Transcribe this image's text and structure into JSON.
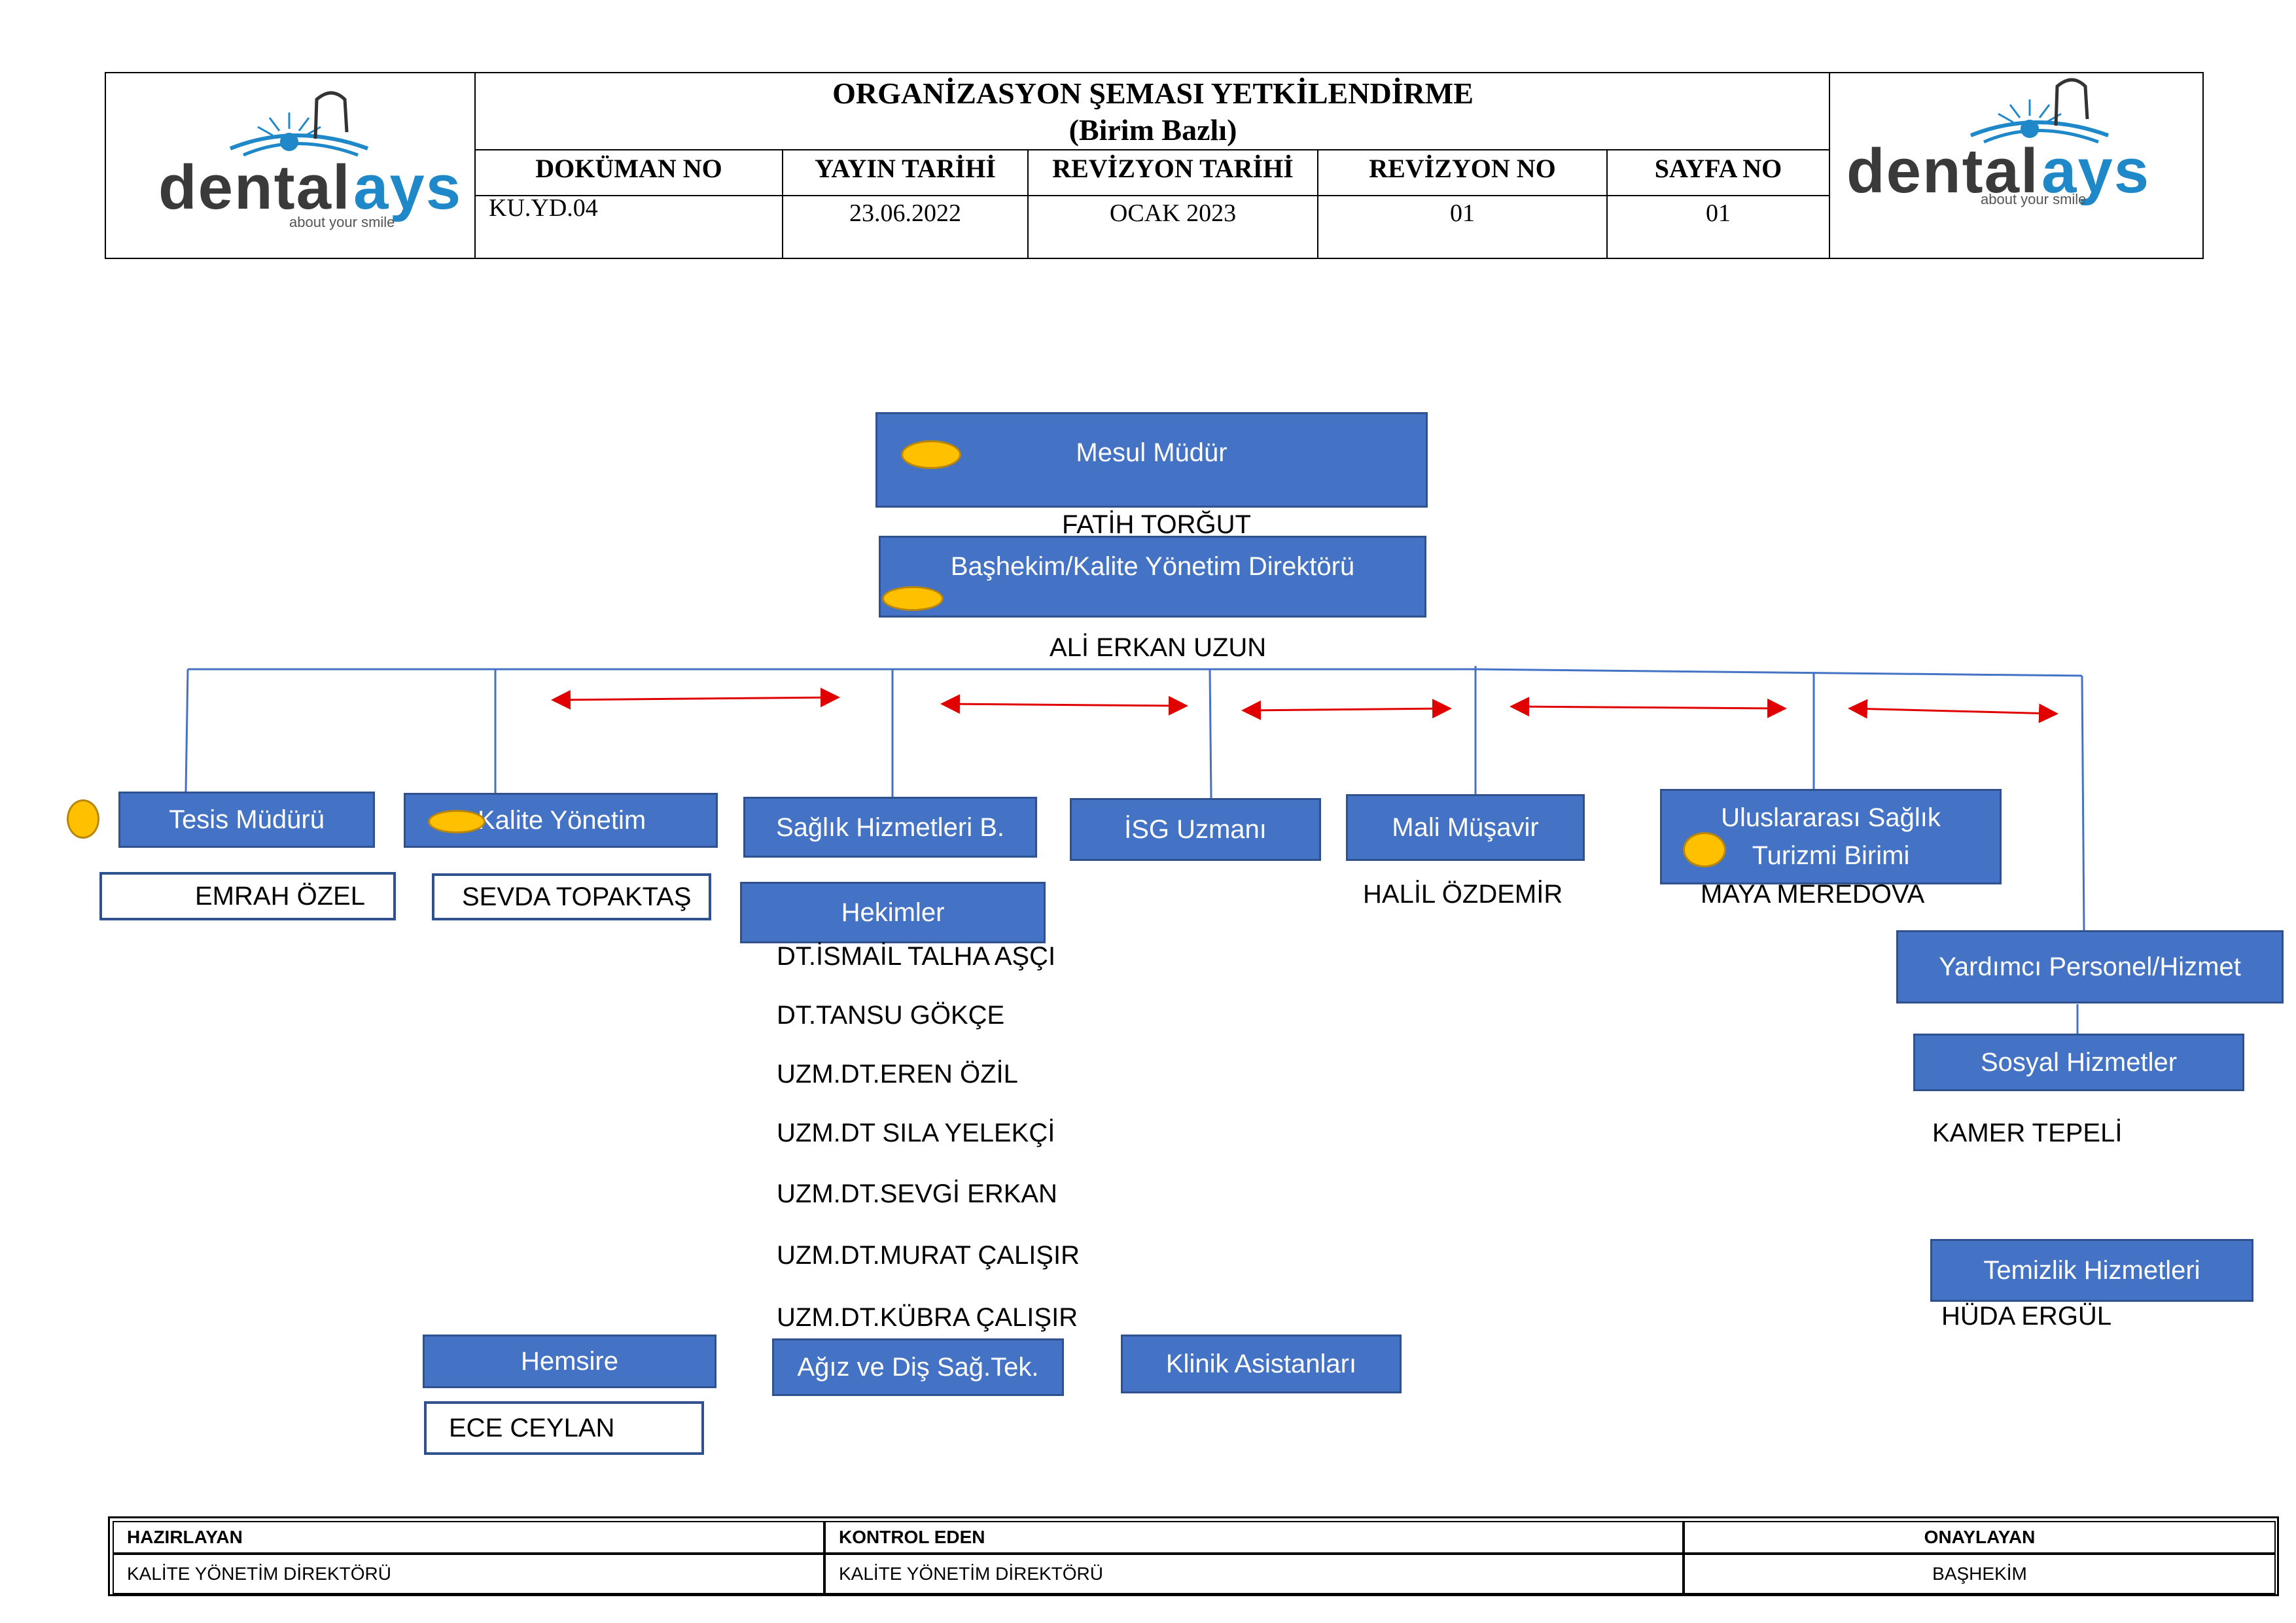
{
  "header": {
    "title_line1": "ORGANİZASYON ŞEMASI YETKİLENDİRME",
    "title_line2": "(Birim Bazlı)",
    "columns": [
      {
        "label": "DOKÜMAN NO",
        "value": "KU.YD.04"
      },
      {
        "label": "YAYIN TARİHİ",
        "value": "23.06.2022"
      },
      {
        "label": "REVİZYON TARİHİ",
        "value": "OCAK 2023"
      },
      {
        "label": "REVİZYON NO",
        "value": "01"
      },
      {
        "label": "SAYFA NO",
        "value": "01"
      }
    ],
    "logo": {
      "word_dark": "dental",
      "word_blue": "ays",
      "tagline": "about your smile",
      "colors": {
        "dark": "#3a3a3a",
        "blue": "#1e88c8"
      }
    }
  },
  "org": {
    "mesul_mudur": {
      "title": "Mesul Müdür",
      "name": "FATİH TORĞUT"
    },
    "bashekim": {
      "title": "Başhekim/Kalite Yönetim Direktörü",
      "name": "ALİ ERKAN UZUN"
    },
    "tesis_muduru": {
      "title": "Tesis Müdürü",
      "name": "EMRAH ÖZEL"
    },
    "kalite_yonetim": {
      "title": "Kalite Yönetim",
      "name": "SEVDA TOPAKTAŞ"
    },
    "saglik_hizmetleri": {
      "title": "Sağlık Hizmetleri B."
    },
    "hekimler": {
      "title": "Hekimler",
      "members": [
        "DT.İSMAİL TALHA AŞÇI",
        "DT.TANSU GÖKÇE",
        "UZM.DT.EREN ÖZİL",
        "UZM.DT SILA YELEKÇİ",
        "UZM.DT.SEVGİ ERKAN",
        "UZM.DT.MURAT ÇALIŞIR",
        "UZM.DT.KÜBRA ÇALIŞIR"
      ]
    },
    "isg_uzmani": {
      "title": "İSG Uzmanı"
    },
    "mali_musavir": {
      "title": "Mali Müşavir",
      "name": "HALİL ÖZDEMİR"
    },
    "uluslararasi": {
      "title_line1": "Uluslararası Sağlık",
      "title_line2": "Turizmi Birimi",
      "name": "MAYA MEREDOVA"
    },
    "yardimci_personel": {
      "title": "Yardımcı Personel/Hizmet"
    },
    "sosyal_hizmetler": {
      "title": "Sosyal Hizmetler",
      "name": "KAMER TEPELİ"
    },
    "temizlik_hizmetleri": {
      "title": "Temizlik Hizmetleri",
      "name": "HÜDA ERGÜL"
    },
    "hemsire": {
      "title": "Hemsire",
      "name": "ECE CEYLAN"
    },
    "agiz_dis": {
      "title": "Ağız ve Diş Sağ.Tek."
    },
    "klinik_asistanlari": {
      "title": "Klinik Asistanları"
    }
  },
  "footer": {
    "prepared_label": "HAZIRLAYAN",
    "prepared_value": "KALİTE YÖNETİM DİREKTÖRÜ",
    "controlled_label": "KONTROL EDEN",
    "controlled_value": "KALİTE YÖNETİM DİREKTÖRÜ",
    "approved_label": "ONAYLAYAN",
    "approved_value": "BAŞHEKİM"
  },
  "colors": {
    "box_fill": "#4472c4",
    "box_border": "#2f528f",
    "arrow": "#e00000",
    "marker": "#ffc000"
  }
}
